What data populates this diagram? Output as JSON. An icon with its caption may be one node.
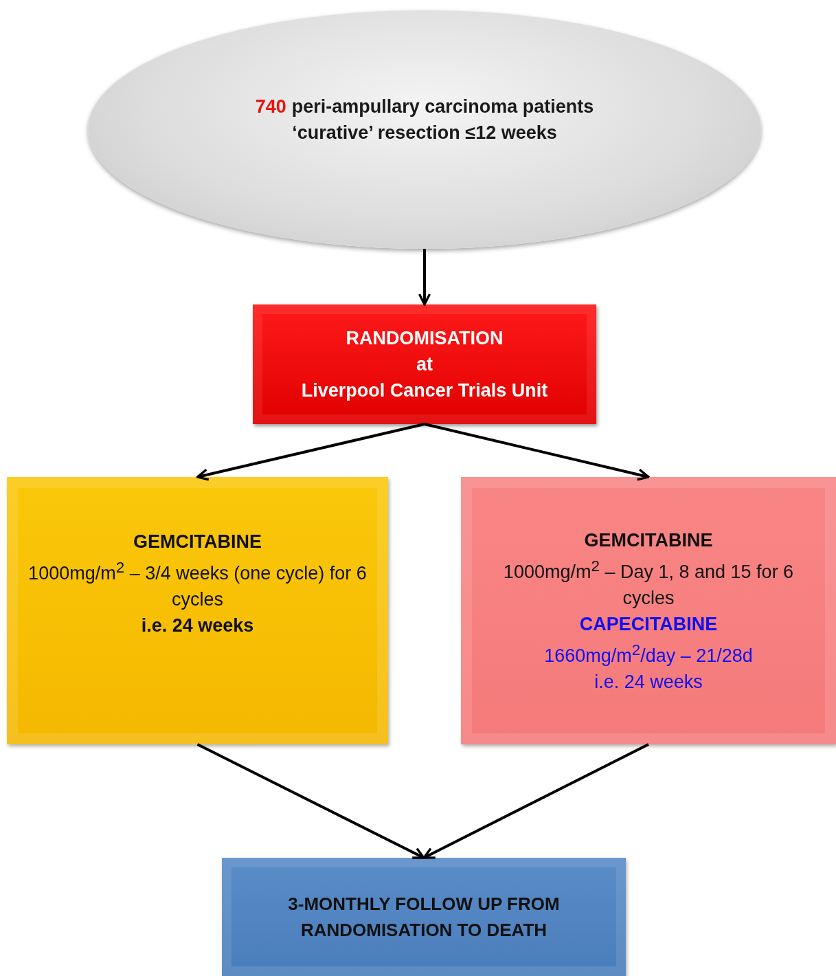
{
  "diagram": {
    "nodes": [
      {
        "text": [
          "740",
          "peri-ampullary carcinoma patients",
          "‘curative’ resection ≤12 weeks"
        ]
      },
      {
        "text": [
          "RANDOMISATION",
          "at",
          "Liverpool Cancer Trials Unit"
        ]
      },
      {
        "text": [
          "GEMCITABINE",
          "1000mg/m$^{2}$ – 3/4 weeks (one cycle) for 6 cycles",
          "i.e. 24 weeks"
        ]
      },
      {
        "text": [
          "GEMCITABINE",
          "1000mg/m$^{2}$ – Day 1, 8 and 15 for 6 cycles",
          "CAPECITABINE",
          "1660mg/m$^{2}$/day – 21/28d",
          "i.e. 24 weeks"
        ]
      },
      {
        "text": [
          "3-MONTHLY FOLLOW UP FROM RANDOMISATION TO DEATH"
        ]
      }
    ],
    "edges": [
      {
        "from": 0,
        "to": 1,
        "arrow": "to"
      },
      {
        "from": 1,
        "to": 2,
        "arrow": "to"
      },
      {
        "from": 1,
        "to": 3,
        "arrow": "to"
      },
      {
        "from": 2,
        "to": 4,
        "arrow": "to"
      },
      {
        "from": 3,
        "to": 4,
        "arrow": "to"
      }
    ]
  }
}
